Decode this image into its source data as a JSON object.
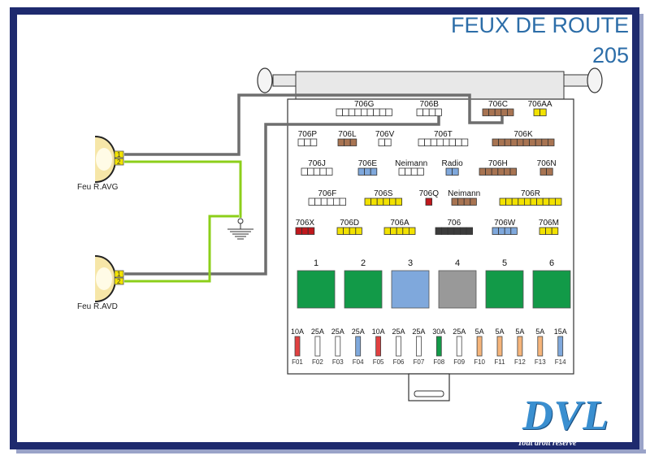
{
  "title": {
    "line1": "FEUX DE ROUTE",
    "line2": "205"
  },
  "lamps": [
    {
      "label": "Feu R.AVG",
      "pins": [
        "1",
        "2"
      ]
    },
    {
      "label": "Feu R.AVD",
      "pins": [
        "1",
        "2"
      ]
    }
  ],
  "ground_symbol": "ground-icon",
  "connectors": [
    {
      "label": "706G",
      "cells": 9,
      "color": "#ffffff"
    },
    {
      "label": "706B",
      "cells": 4,
      "color": "#ffffff"
    },
    {
      "label": "706C",
      "cells": 5,
      "color": "#a87452"
    },
    {
      "label": "706AA",
      "cells": 2,
      "color": "#f2e200"
    },
    {
      "label": "706P",
      "cells": 3,
      "color": "#ffffff"
    },
    {
      "label": "706L",
      "cells": 3,
      "color": "#a87452"
    },
    {
      "label": "706V",
      "cells": 2,
      "color": "#ffffff"
    },
    {
      "label": "706T",
      "cells": 8,
      "color": "#ffffff"
    },
    {
      "label": "706K",
      "cells": 10,
      "color": "#a87452"
    },
    {
      "label": "706J",
      "cells": 5,
      "color": "#ffffff"
    },
    {
      "label": "706E",
      "cells": 3,
      "color": "#7fa8dc"
    },
    {
      "label": "Neimann",
      "cells": 4,
      "color": "#ffffff"
    },
    {
      "label": "Radio",
      "cells": 2,
      "color": "#7fa8dc"
    },
    {
      "label": "706H",
      "cells": 6,
      "color": "#a87452"
    },
    {
      "label": "706N",
      "cells": 2,
      "color": "#a87452"
    },
    {
      "label": "706F",
      "cells": 6,
      "color": "#ffffff"
    },
    {
      "label": "706S",
      "cells": 6,
      "color": "#f2e200"
    },
    {
      "label": "706Q",
      "cells": 1,
      "color": "#c0181c"
    },
    {
      "label": "Neimann",
      "cells": 4,
      "color": "#a87452"
    },
    {
      "label": "706R",
      "cells": 10,
      "color": "#f2e200"
    },
    {
      "label": "706X",
      "cells": 3,
      "color": "#c0181c"
    },
    {
      "label": "706D",
      "cells": 4,
      "color": "#f2e200"
    },
    {
      "label": "706A",
      "cells": 5,
      "color": "#f2e200"
    },
    {
      "label": "706",
      "cells": 6,
      "color": "#3c3c3c"
    },
    {
      "label": "706W",
      "cells": 4,
      "color": "#7fa8dc"
    },
    {
      "label": "706M",
      "cells": 3,
      "color": "#f2e200"
    }
  ],
  "relays": [
    {
      "num": "1",
      "color": "#129a48"
    },
    {
      "num": "2",
      "color": "#129a48"
    },
    {
      "num": "3",
      "color": "#7fa8dc"
    },
    {
      "num": "4",
      "color": "#999999"
    },
    {
      "num": "5",
      "color": "#129a48"
    },
    {
      "num": "6",
      "color": "#129a48"
    }
  ],
  "fuses": [
    {
      "amp": "10A",
      "id": "F01",
      "color": "#e04040"
    },
    {
      "amp": "25A",
      "id": "F02",
      "color": "#ffffff"
    },
    {
      "amp": "25A",
      "id": "F03",
      "color": "#ffffff"
    },
    {
      "amp": "25A",
      "id": "F04",
      "color": "#7fa8dc"
    },
    {
      "amp": "10A",
      "id": "F05",
      "color": "#e04040"
    },
    {
      "amp": "25A",
      "id": "F06",
      "color": "#ffffff"
    },
    {
      "amp": "25A",
      "id": "F07",
      "color": "#ffffff"
    },
    {
      "amp": "30A",
      "id": "F08",
      "color": "#129a48"
    },
    {
      "amp": "25A",
      "id": "F09",
      "color": "#ffffff"
    },
    {
      "amp": "5A",
      "id": "F10",
      "color": "#f5b47a"
    },
    {
      "amp": "5A",
      "id": "F11",
      "color": "#f5b47a"
    },
    {
      "amp": "5A",
      "id": "F12",
      "color": "#f5b47a"
    },
    {
      "amp": "5A",
      "id": "F13",
      "color": "#f5b47a"
    },
    {
      "amp": "15A",
      "id": "F14",
      "color": "#7fa8dc"
    }
  ],
  "logo": {
    "text": "DVL",
    "subtitle": "Tout droit réservé"
  },
  "colors": {
    "frame": "#1e2a6e",
    "title": "#2c6da8",
    "wire_grey": "#6e6e6e",
    "wire_green": "#8ccf1a"
  }
}
